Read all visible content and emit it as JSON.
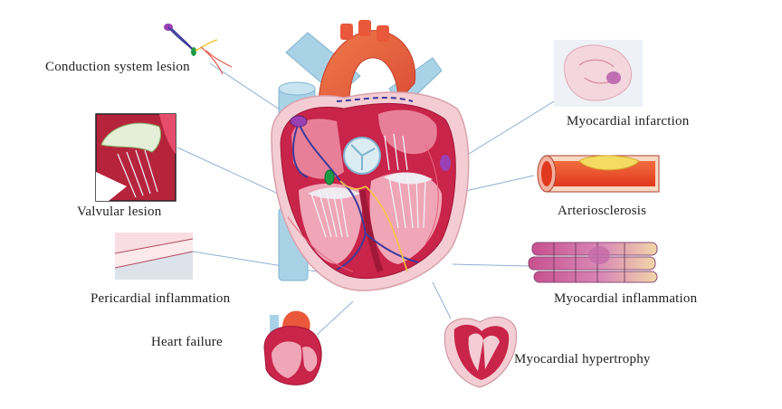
{
  "labels": {
    "conduction": "Conduction system lesion",
    "valvular": "Valvular lesion",
    "pericardial": "Pericardial inflammation",
    "heart_failure": "Heart failure",
    "myocardial_infarction": "Myocardial infarction",
    "arteriosclerosis": "Arteriosclerosis",
    "myocardial_inflammation": "Myocardial inflammation",
    "myocardial_hypertrophy": "Myocardial hypertrophy"
  },
  "colors": {
    "leader_line": "#8fb0d4",
    "myocardium": "#c9244a",
    "pericardium": "#f3cdd3",
    "aorta": "#e95a3a",
    "vena_cava": "#a9d2e6",
    "valve_tissue": "#eef3f7"
  },
  "icons": [
    "heart-anatomy-illustration",
    "conduction-fiber-icon",
    "valve-closeup-icon",
    "pericardium-layer-icon",
    "small-heart-icon",
    "infarct-heart-icon",
    "artery-plaque-icon",
    "muscle-fiber-icon",
    "hypertrophy-heart-icon"
  ]
}
